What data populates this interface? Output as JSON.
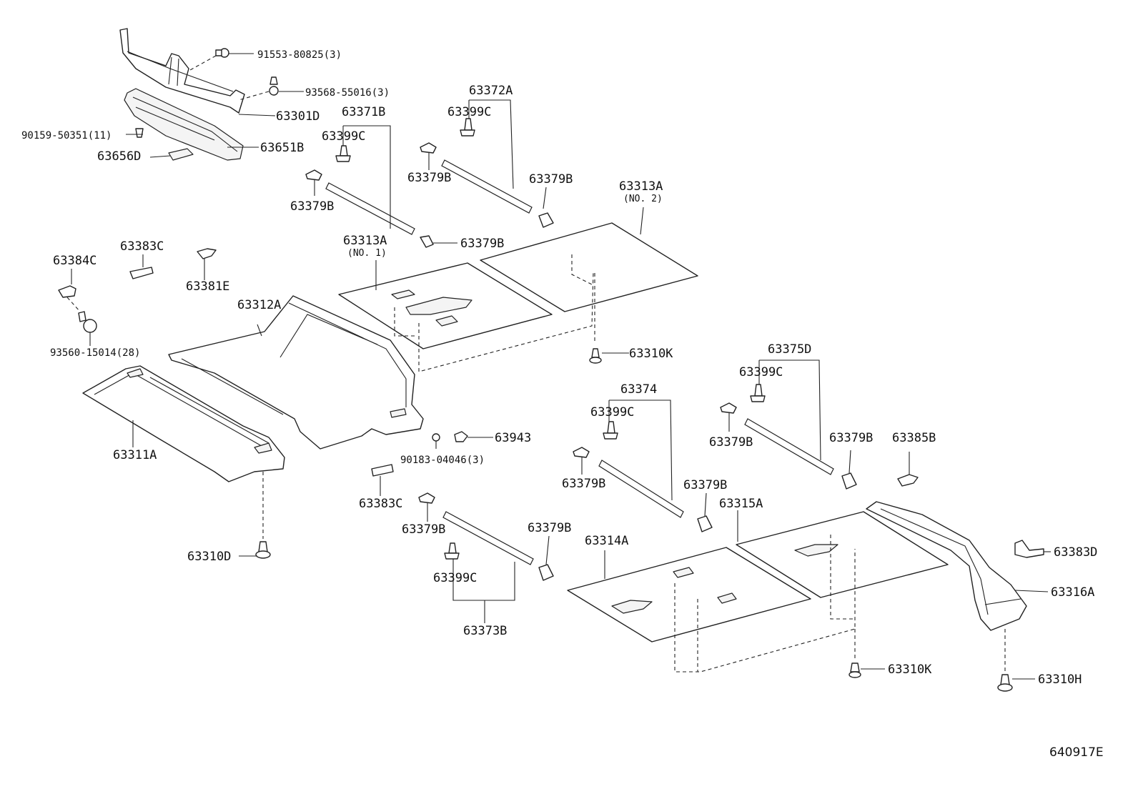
{
  "diagram": {
    "reference_code": "640917E",
    "labels": {
      "l_91553": "91553-80825(3)",
      "l_93568": "93568-55016(3)",
      "l_63301D": "63301D",
      "l_90159": "90159-50351(11)",
      "l_63651B": "63651B",
      "l_63656D": "63656D",
      "l_63371B": "63371B",
      "l_63399C_a": "63399C",
      "l_63379B_a": "63379B",
      "l_63372A": "63372A",
      "l_63399C_b": "63399C",
      "l_63379B_b": "63379B",
      "l_63379B_c": "63379B",
      "l_63313A_2": "63313A",
      "l_63313A_2_sub": "(NO. 2)",
      "l_63379B_d": "63379B",
      "l_63313A_1": "63313A",
      "l_63313A_1_sub": "(NO. 1)",
      "l_63383C_a": "63383C",
      "l_63384C": "63384C",
      "l_63381E": "63381E",
      "l_63312A": "63312A",
      "l_93560": "93560-15014(28)",
      "l_63310K_a": "63310K",
      "l_63311A": "63311A",
      "l_63943": "63943",
      "l_90183": "90183-04046(3)",
      "l_63383C_b": "63383C",
      "l_63379B_e": "63379B",
      "l_63379B_f": "63379B",
      "l_63399C_c": "63399C",
      "l_63373B": "63373B",
      "l_63310D": "63310D",
      "l_63374": "63374",
      "l_63399C_d": "63399C",
      "l_63379B_g": "63379B",
      "l_63379B_h": "63379B",
      "l_63375D": "63375D",
      "l_63399C_e": "63399C",
      "l_63379B_i": "63379B",
      "l_63379B_j": "63379B",
      "l_63385B": "63385B",
      "l_63315A": "63315A",
      "l_63314A": "63314A",
      "l_63383D": "63383D",
      "l_63316A": "63316A",
      "l_63310K_b": "63310K",
      "l_63310H": "63310H"
    }
  }
}
